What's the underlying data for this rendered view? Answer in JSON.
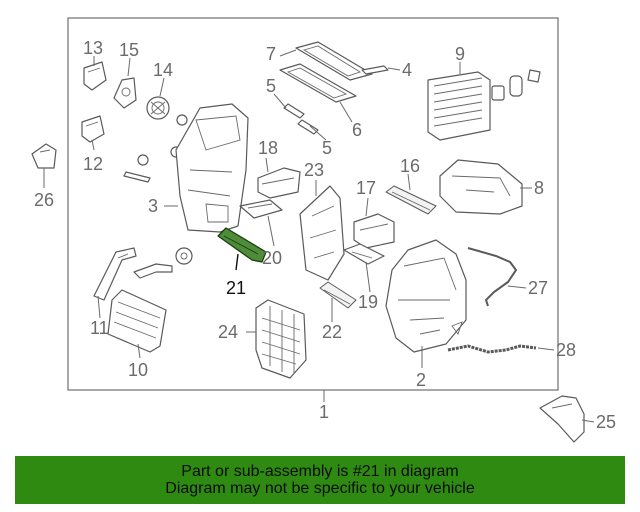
{
  "callouts": {
    "c1": "1",
    "c2": "2",
    "c3": "3",
    "c4": "4",
    "c5a": "5",
    "c5b": "5",
    "c6": "6",
    "c7": "7",
    "c8": "8",
    "c9": "9",
    "c10": "10",
    "c11": "11",
    "c12": "12",
    "c13": "13",
    "c14": "14",
    "c15": "15",
    "c16": "16",
    "c17": "17",
    "c18": "18",
    "c19": "19",
    "c20": "20",
    "c21": "21",
    "c22": "22",
    "c23": "23",
    "c24": "24",
    "c25": "25",
    "c26": "26",
    "c27": "27",
    "c28": "28"
  },
  "highlight": {
    "callout": "21",
    "color": "#4f8c3a"
  },
  "banner": {
    "line1": "Part or sub-assembly is #21 in diagram",
    "line2": "Diagram may not be specific to your vehicle",
    "background": "#2f8a12"
  }
}
